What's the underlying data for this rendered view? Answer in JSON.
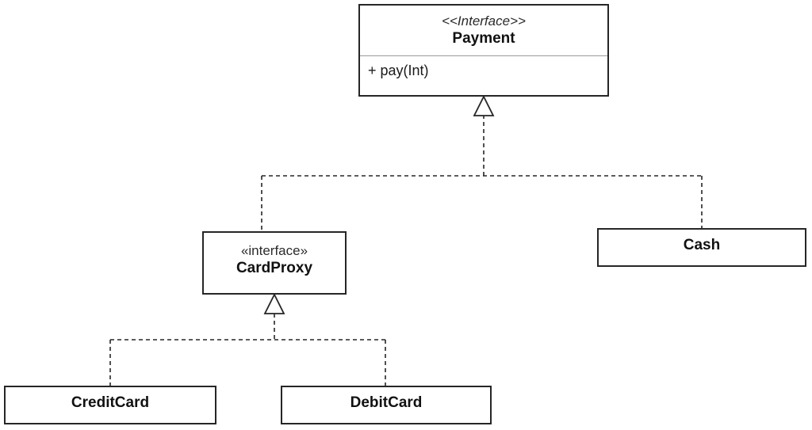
{
  "diagram": {
    "kind": "uml-class-diagram",
    "background": "#ffffff",
    "line_color": "#262626",
    "divider_color": "#9a9a9a",
    "text_color": "#1a1a1a"
  },
  "classes": {
    "payment": {
      "stereotype": "<<Interface>>",
      "name": "Payment",
      "methods": [
        {
          "text": "+ pay(Int)"
        }
      ]
    },
    "cardproxy": {
      "stereotype": "«interface»",
      "name": "CardProxy"
    },
    "cash": {
      "name": "Cash"
    },
    "creditcard": {
      "name": "CreditCard"
    },
    "debitcard": {
      "name": "DebitCard"
    }
  },
  "relationships": [
    {
      "type": "realization",
      "from": "CardProxy",
      "to": "Payment",
      "line": "dashed",
      "arrowhead": "hollow-triangle"
    },
    {
      "type": "realization",
      "from": "Cash",
      "to": "Payment",
      "line": "dashed",
      "arrowhead": "hollow-triangle"
    },
    {
      "type": "realization",
      "from": "CreditCard",
      "to": "CardProxy",
      "line": "dashed",
      "arrowhead": "hollow-triangle"
    },
    {
      "type": "realization",
      "from": "DebitCard",
      "to": "CardProxy",
      "line": "dashed",
      "arrowhead": "hollow-triangle"
    }
  ]
}
